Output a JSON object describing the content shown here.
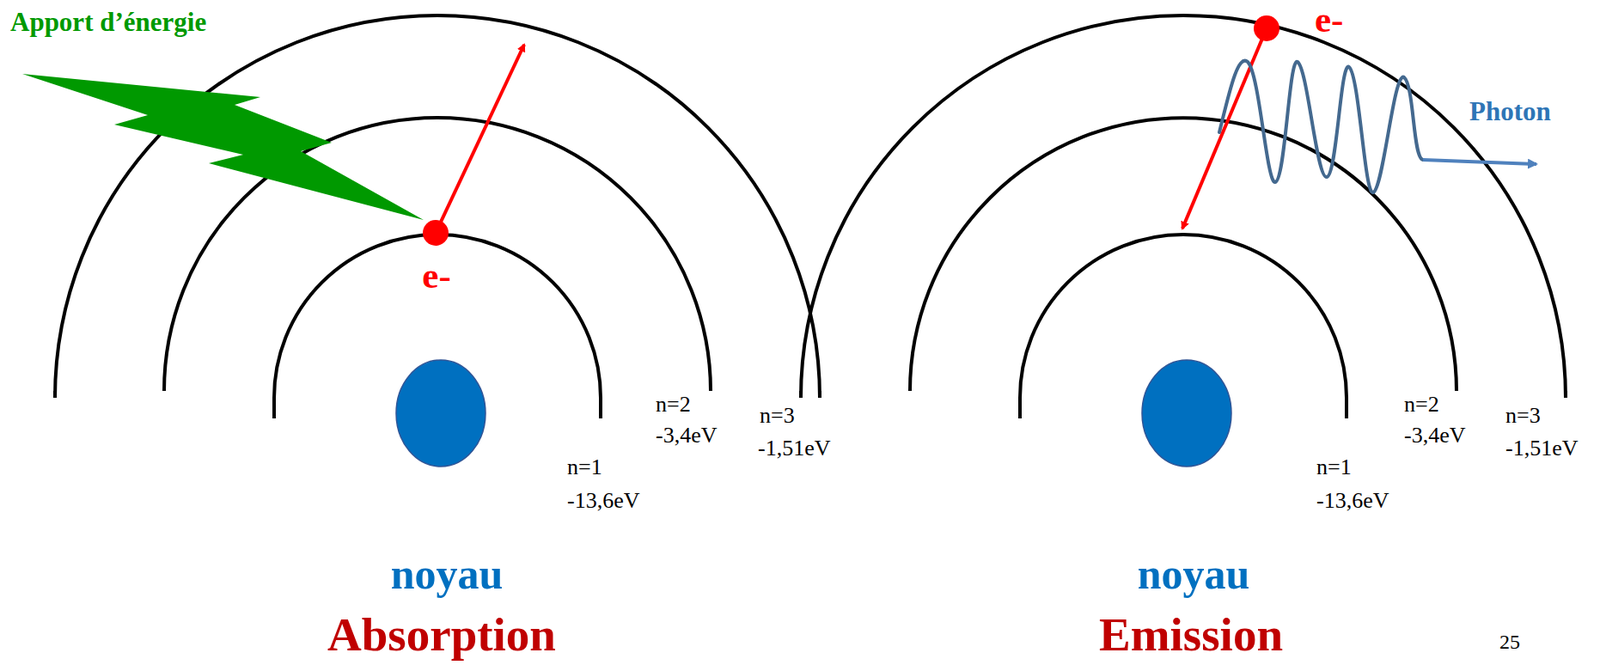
{
  "diagram": {
    "labels": [
      "Apport d’énergie",
      "e-",
      "n=1",
      "-13,6eV",
      "n=2",
      "-3,4eV",
      "n=3",
      "-1,51eV",
      "noyau",
      "Absorption",
      "e-",
      "Photon",
      "n=1",
      "-13,6eV",
      "n=2",
      "-3,4eV",
      "n=3",
      "-1,51eV",
      "noyau",
      "Emission",
      "25"
    ]
  }
}
